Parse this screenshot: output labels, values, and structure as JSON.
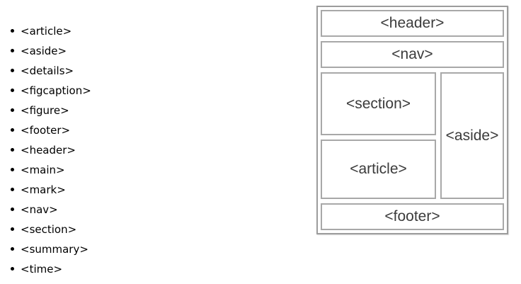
{
  "element_list": {
    "items": [
      "<article>",
      "<aside>",
      "<details>",
      "<figcaption>",
      "<figure>",
      "<footer>",
      "<header>",
      "<main>",
      "<mark>",
      "<nav>",
      "<section>",
      "<summary>",
      "<time>"
    ]
  },
  "diagram": {
    "header_label": "<header>",
    "nav_label": "<nav>",
    "section_label": "<section>",
    "article_label": "<article>",
    "aside_label": "<aside>",
    "footer_label": "<footer>"
  },
  "colors": {
    "outer_border": "#9c9c9c",
    "inner_border": "#a8a8a8",
    "diagram_text": "#3b3b3b",
    "list_text": "#000000"
  }
}
